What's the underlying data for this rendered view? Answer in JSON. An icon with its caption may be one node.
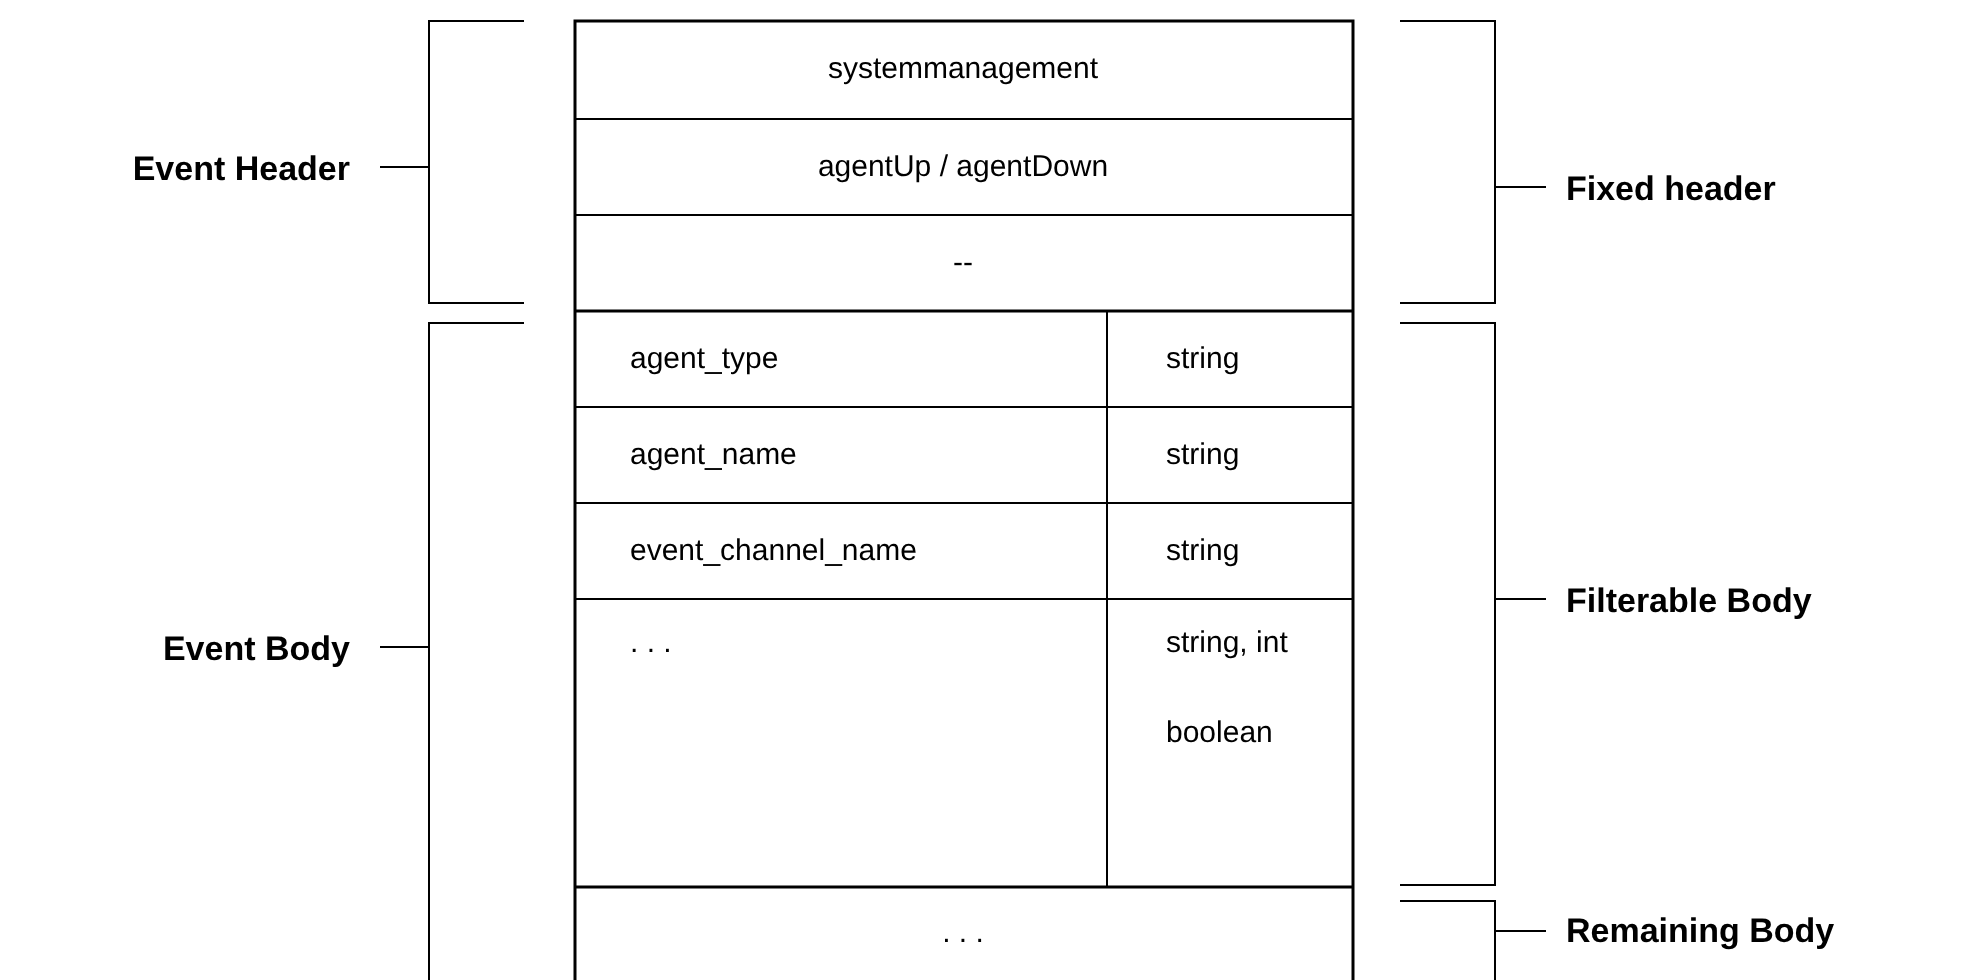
{
  "diagram": {
    "labels": [
      "systemmanagement",
      "Event Header",
      "agentUp / agentDown",
      "Fixed header",
      "--",
      "agent_type",
      "string",
      "agent_name",
      "string",
      "event_channel_name",
      "string",
      "Filterable Body",
      "Event Body",
      ". . .",
      "string, int boolean",
      "Remaining Body",
      ". . ."
    ]
  }
}
